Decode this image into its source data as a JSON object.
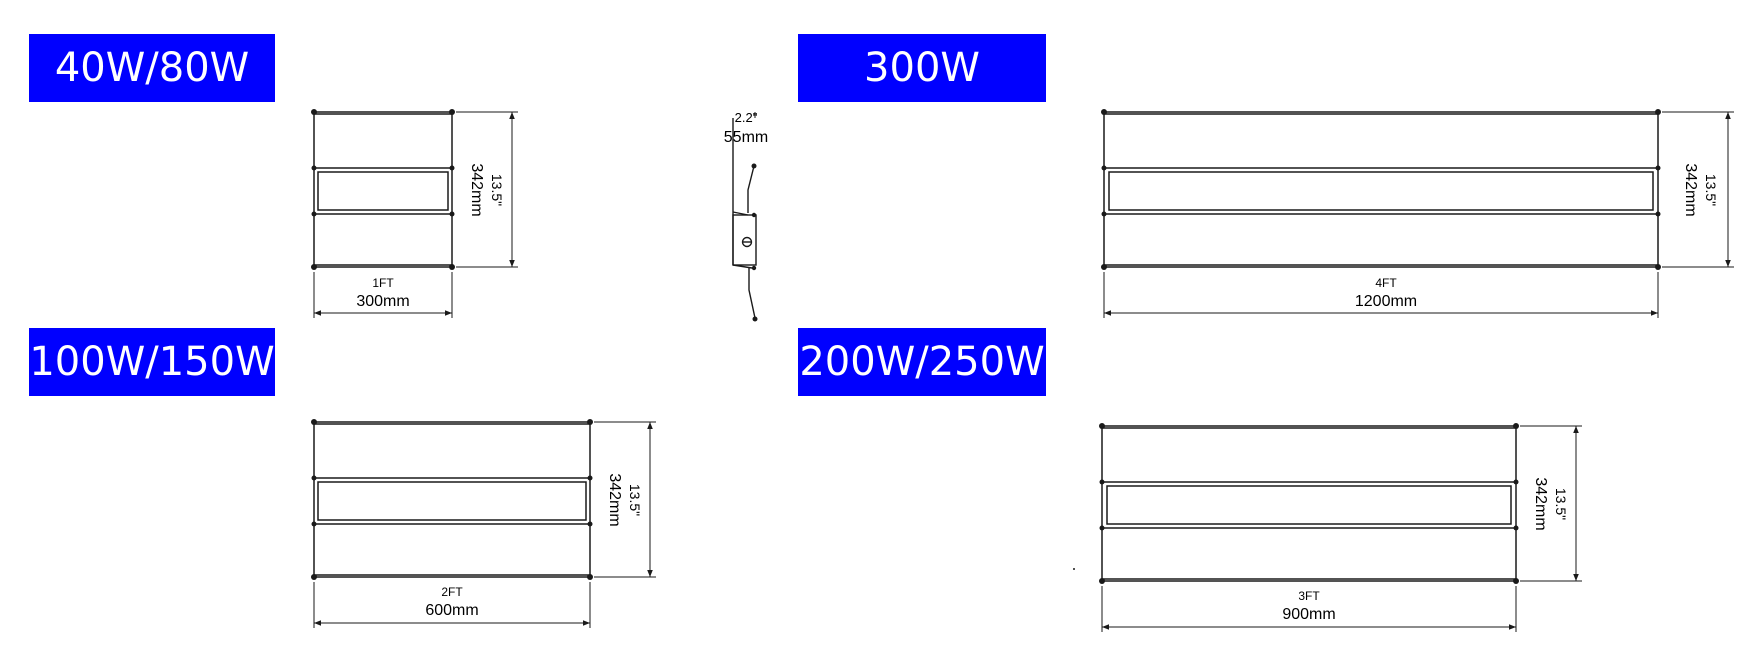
{
  "colors": {
    "badge_bg": "#0000ff",
    "badge_text": "#ffffff",
    "line": "#1a1a1a"
  },
  "panels": {
    "p1": {
      "title": "40W/80W",
      "length_ft": "1FT",
      "length_mm": "300mm",
      "height_in": "13.5\"",
      "height_mm": "342mm"
    },
    "p2": {
      "title": "100W/150W",
      "length_ft": "2FT",
      "length_mm": "600mm",
      "height_in": "13.5\"",
      "height_mm": "342mm"
    },
    "p3": {
      "title": "300W",
      "length_ft": "4FT",
      "length_mm": "1200mm",
      "height_in": "13.5\"",
      "height_mm": "342mm"
    },
    "p4": {
      "title": "200W/250W",
      "length_ft": "3FT",
      "length_mm": "900mm",
      "height_in": "13.5\"",
      "height_mm": "342mm"
    }
  },
  "side_view": {
    "depth_in": "2.2\"",
    "depth_mm": "55mm"
  }
}
